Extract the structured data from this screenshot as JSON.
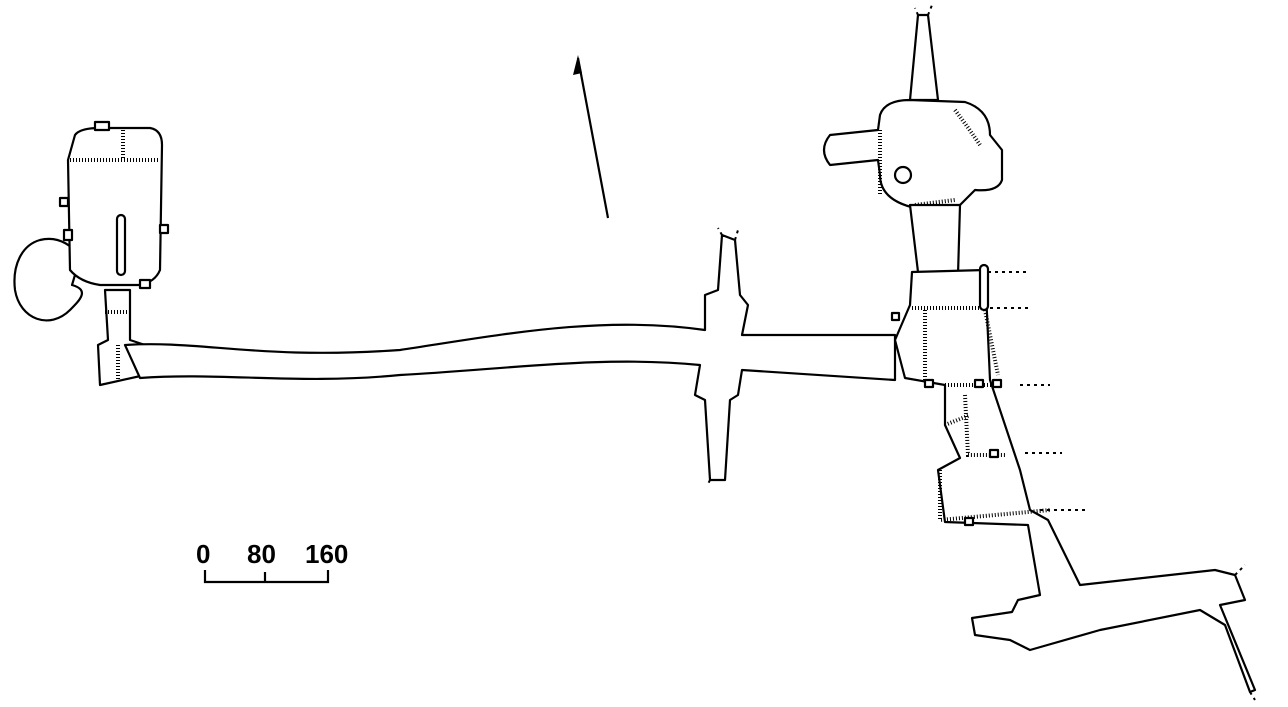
{
  "scale_bar": {
    "ticks": [
      "0",
      "80",
      "160"
    ]
  }
}
